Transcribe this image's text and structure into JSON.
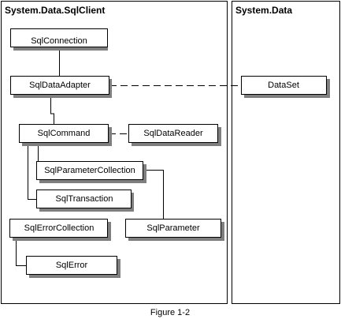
{
  "packages": {
    "left_title": "System.Data.SqlClient",
    "right_title": "System.Data"
  },
  "classes": {
    "sql_connection": "SqlConnection",
    "sql_data_adapter": "SqlDataAdapter",
    "data_set": "DataSet",
    "sql_command": "SqlCommand",
    "sql_data_reader": "SqlDataReader",
    "sql_parameter_collection": "SqlParameterCollection",
    "sql_transaction": "SqlTransaction",
    "sql_error_collection": "SqlErrorCollection",
    "sql_parameter": "SqlParameter",
    "sql_error": "SqlError"
  },
  "caption": "Figure 1-2",
  "colors": {
    "border": "#000000",
    "shadow": "#7f7f7f",
    "box_fill": "#ffffff"
  }
}
